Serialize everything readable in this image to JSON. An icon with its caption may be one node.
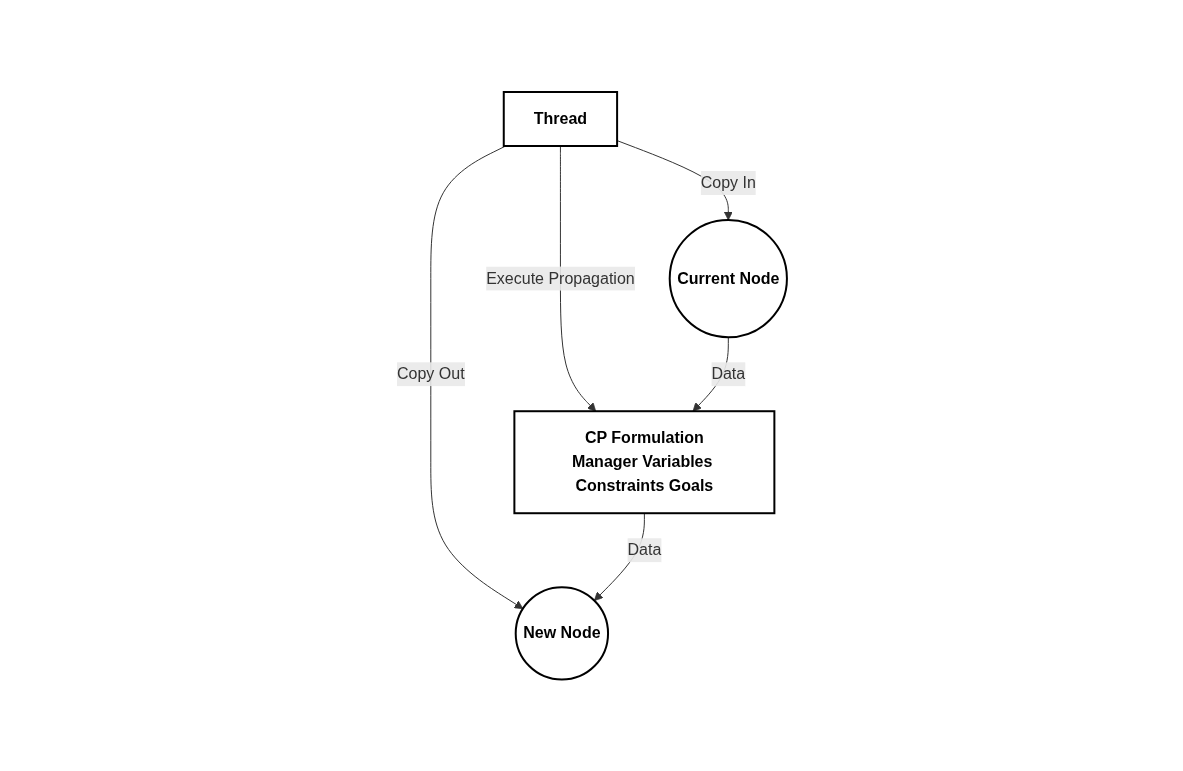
{
  "diagram": {
    "nodes": [
      {
        "text": [
          "Thread"
        ]
      },
      {
        "text": [
          "CP Formulation",
          "Manager Variables Constraints Goals"
        ]
      },
      {
        "text": [
          "Current Node"
        ]
      },
      {
        "text": [
          "New Node"
        ]
      }
    ],
    "edges": [
      {
        "from": 0,
        "to": 2,
        "arrow": "to",
        "label": "Copy In"
      },
      {
        "from": 0,
        "to": 1,
        "arrow": "to",
        "label": "Execute Propagation"
      },
      {
        "from": 0,
        "to": 3,
        "arrow": "to",
        "label": "Copy Out"
      },
      {
        "from": 2,
        "to": 1,
        "arrow": "to",
        "label": "Data"
      },
      {
        "from": 1,
        "to": 3,
        "arrow": "to",
        "label": "Data"
      }
    ]
  }
}
